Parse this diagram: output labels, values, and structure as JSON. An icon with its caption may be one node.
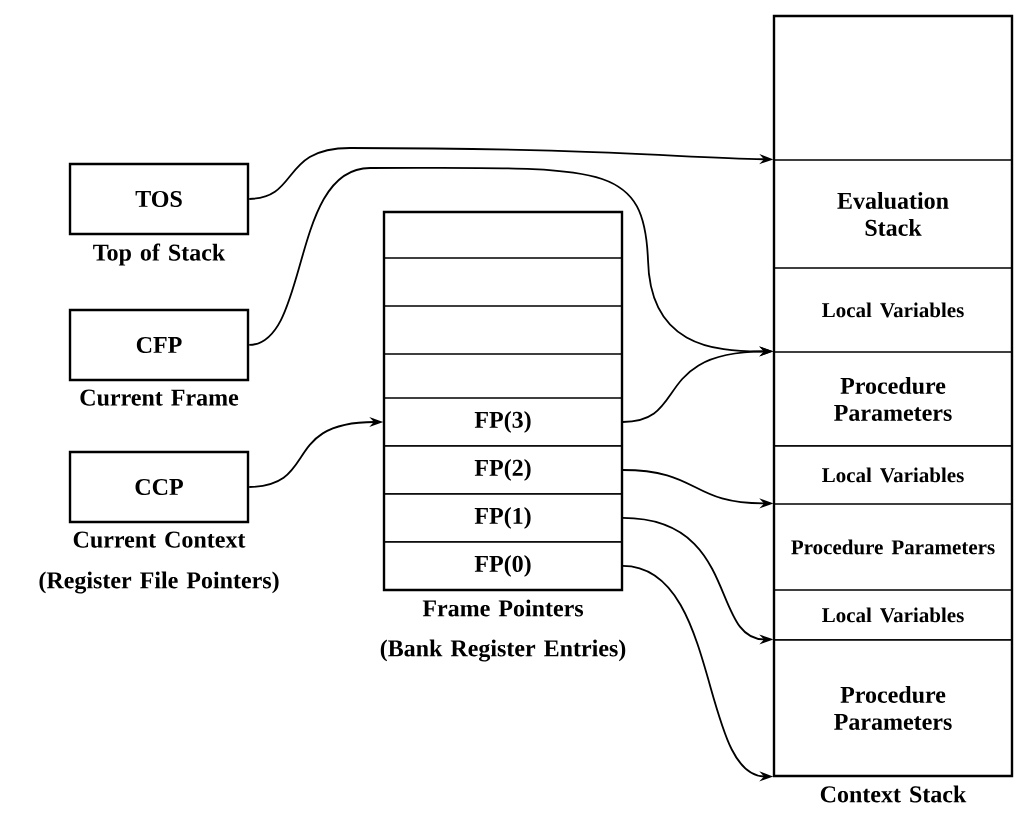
{
  "diagram": {
    "nodes": [
      {
        "text": [
          "TOS"
        ],
        "beside": [
          "Top of Stack"
        ]
      },
      {
        "text": [
          "CFP"
        ],
        "beside": [
          "Current Frame"
        ]
      },
      {
        "text": [
          "CCP"
        ],
        "beside": [
          "Current Context",
          "(Register File Pointers)"
        ]
      },
      {
        "text": [],
        "shape": "box",
        "beside": [
          "Frame Pointers",
          "(Bank Register Entries)"
        ]
      },
      {
        "text": [],
        "shape": "box",
        "in": 3
      },
      {
        "text": [],
        "shape": "box",
        "in": 3
      },
      {
        "text": [],
        "shape": "box",
        "in": 3
      },
      {
        "text": [],
        "shape": "box",
        "in": 3
      },
      {
        "text": [
          "FP(3)"
        ],
        "in": 3
      },
      {
        "text": [
          "FP(2)"
        ],
        "in": 3
      },
      {
        "text": [
          "FP(1)"
        ],
        "in": 3
      },
      {
        "text": [
          "FP(0)"
        ],
        "in": 3
      },
      {
        "text": [],
        "shape": "box",
        "beside": [
          "Context Stack"
        ]
      },
      {
        "text": [],
        "shape": "box",
        "in": 12
      },
      {
        "text": [
          "Evaluation Stack"
        ],
        "in": 12
      },
      {
        "text": [
          "Local Variables"
        ],
        "in": 12
      },
      {
        "text": [
          "Procedure Parameters"
        ],
        "in": 12
      },
      {
        "text": [
          "Local Variables"
        ],
        "in": 12
      },
      {
        "text": [
          "Procedure Parameters"
        ],
        "in": 12
      },
      {
        "text": [
          "Local Variables"
        ],
        "in": 12
      },
      {
        "text": [
          "Procedure Parameters"
        ],
        "in": 12
      }
    ],
    "edges": [
      {
        "from": 0,
        "to": 14,
        "arrow": "to"
      },
      {
        "from": 1,
        "to": 16,
        "arrow": "to"
      },
      {
        "from": 8,
        "to": 16,
        "arrow": "to"
      },
      {
        "from": 2,
        "to": 8,
        "arrow": "to"
      },
      {
        "from": 9,
        "to": 18,
        "arrow": "to"
      },
      {
        "from": 10,
        "to": 20,
        "arrow": "to"
      },
      {
        "from": 11,
        "to": 20,
        "arrow": "to"
      }
    ]
  }
}
